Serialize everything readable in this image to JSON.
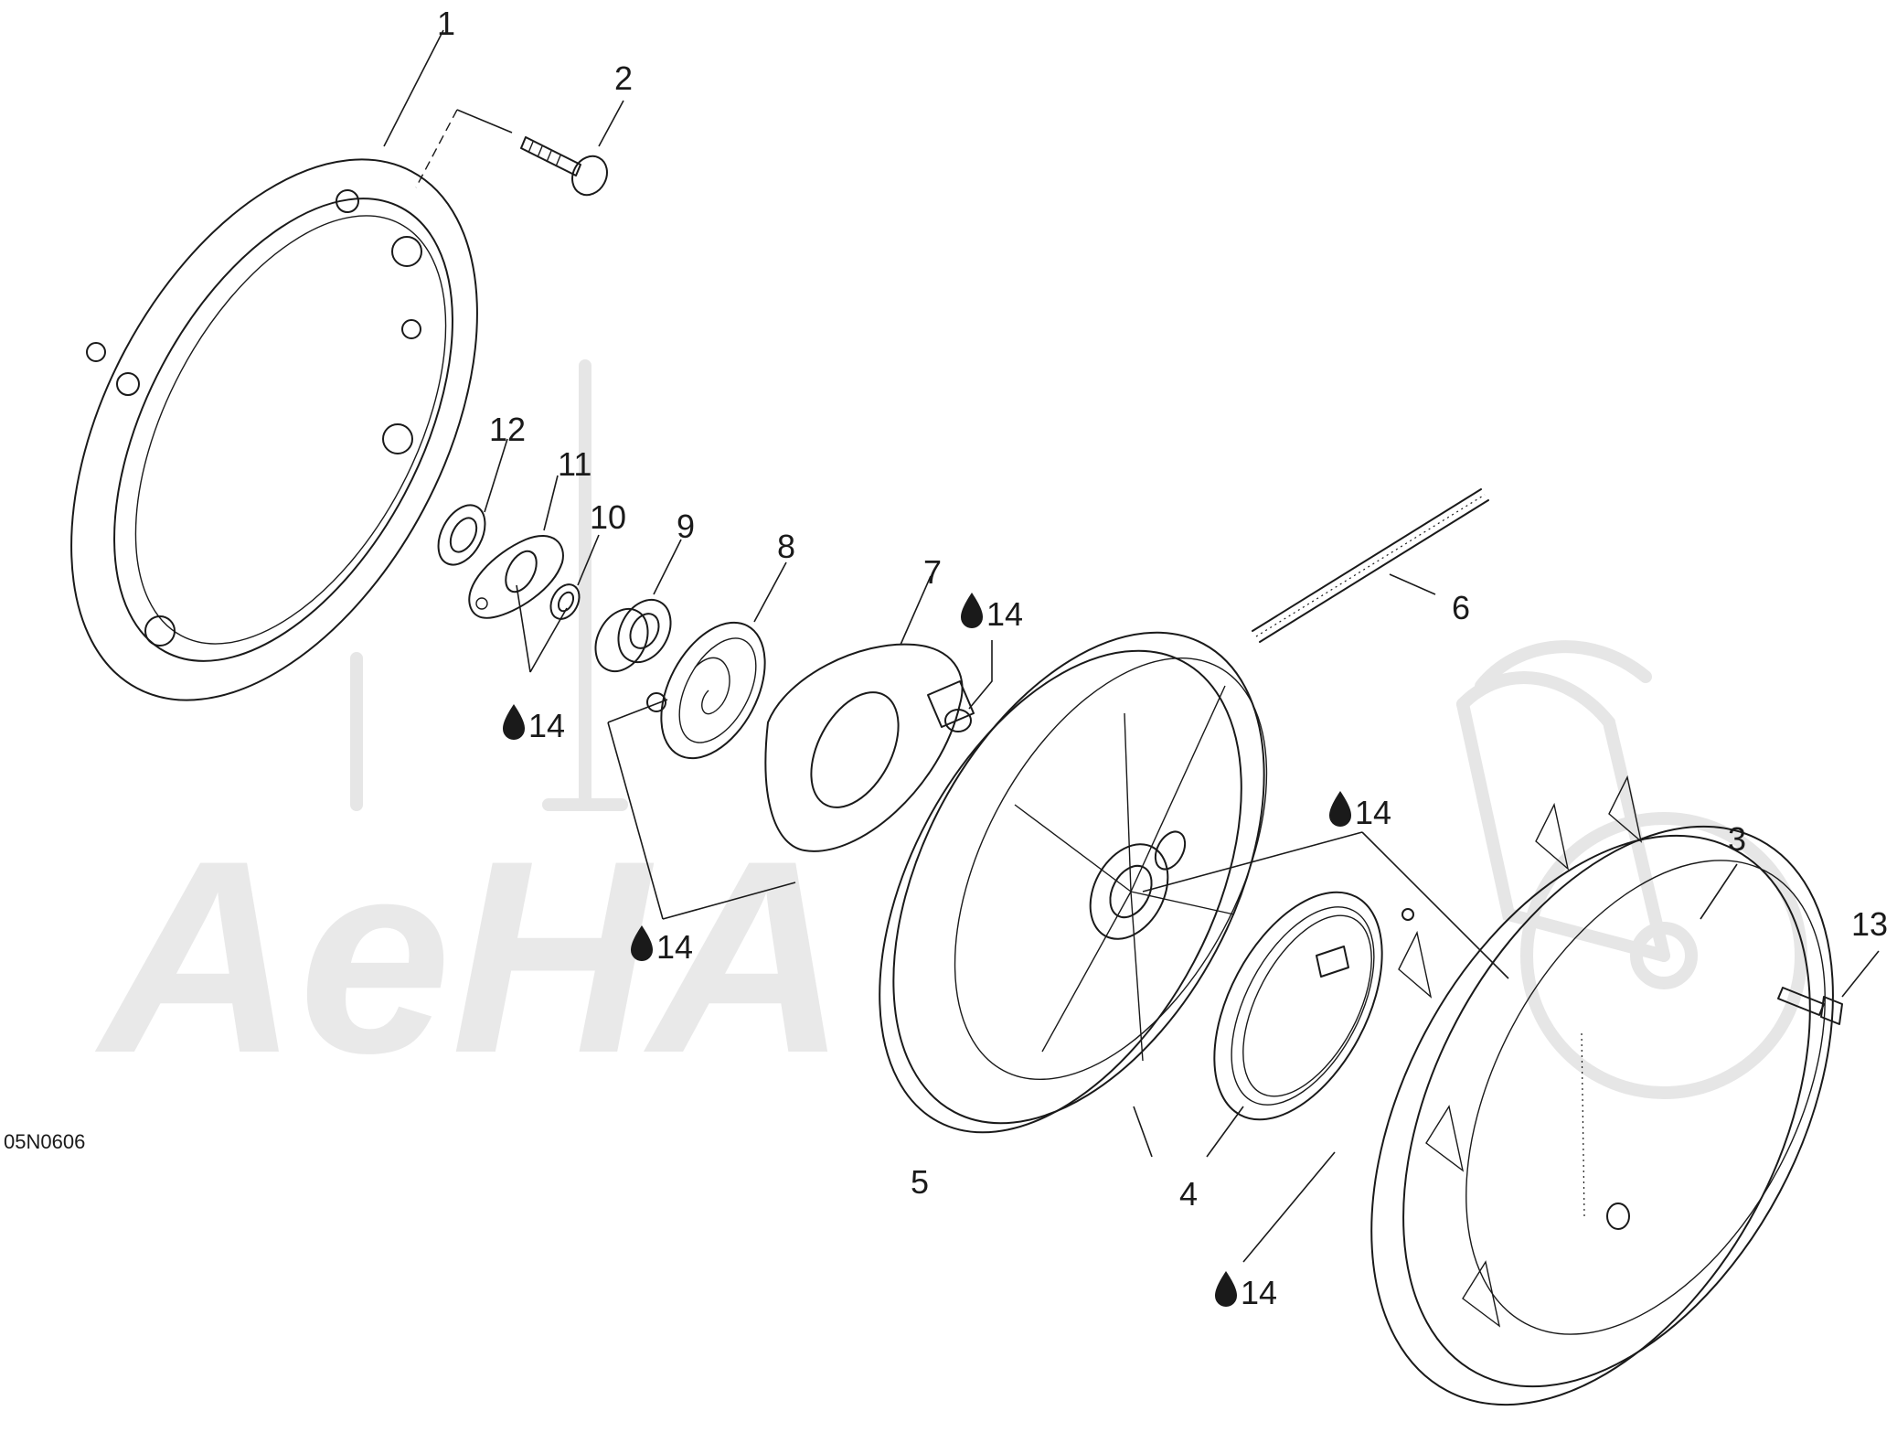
{
  "figure_code": "05N0606",
  "watermark_text": "AeHA",
  "lube_reference": "14",
  "callouts": [
    "1",
    "2",
    "3",
    "4",
    "5",
    "6",
    "7",
    "8",
    "9",
    "10",
    "11",
    "12",
    "13"
  ],
  "colors": {
    "line": "#1a1a1a",
    "watermark": "#e9e9e9",
    "background": "#ffffff"
  }
}
